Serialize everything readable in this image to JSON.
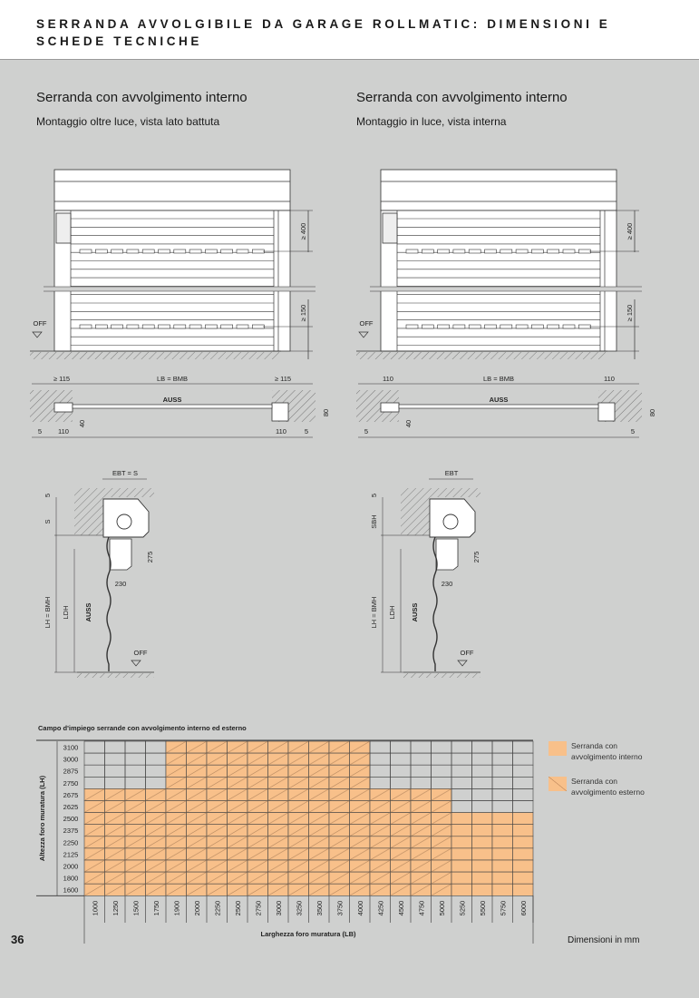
{
  "header": {
    "title": "SERRANDA AVVOLGIBILE DA GARAGE ROLLMATIC: DIMENSIONI E SCHEDE TECNICHE"
  },
  "left": {
    "title": "Serranda con avvolgimento interno",
    "subtitle": "Montaggio oltre luce, vista lato battuta",
    "front": {
      "dim_top": "≥ 400",
      "dim_bottom": "≥ 150",
      "off": "OFF"
    },
    "plan": {
      "side_l": "≥ 115",
      "width": "LB = BMB",
      "side_r": "≥ 115",
      "auss": "AUSS",
      "d40": "40",
      "d5l": "5",
      "d110l": "110",
      "d110r": "110",
      "d5r": "5",
      "d80": "80"
    },
    "side": {
      "ebt": "EBT = S",
      "d5": "5",
      "s": "S",
      "lh": "LH = BMH",
      "ldh": "LDH",
      "auss": "AUSS",
      "d275": "275",
      "d230": "230",
      "off": "OFF"
    }
  },
  "right": {
    "title": "Serranda con avvolgimento interno",
    "subtitle": "Montaggio in luce, vista interna",
    "front": {
      "dim_top": "≥ 400",
      "dim_bottom": "≥ 150",
      "off": "OFF"
    },
    "plan": {
      "side_l": "110",
      "width": "LB = BMB",
      "side_r": "110",
      "auss": "AUSS",
      "d40": "40",
      "d5l": "5",
      "d110l": "",
      "d110r": "",
      "d5r": "5",
      "d80": "80"
    },
    "side": {
      "ebt": "EBT",
      "d5": "5",
      "s": "SBH",
      "lh": "LH = BMH",
      "ldh": "LDH",
      "auss": "AUSS",
      "d275": "275",
      "d230": "230",
      "off": "OFF"
    }
  },
  "chart_data": {
    "type": "table",
    "title": "Campo d'impiego serrande con avvolgimento interno ed esterno",
    "ylabel": "Altezza foro muratura (LH)",
    "xlabel": "Larghezza foro muratura (LB)",
    "rows": [
      "3100",
      "3000",
      "2875",
      "2750",
      "2675",
      "2625",
      "2500",
      "2375",
      "2250",
      "2125",
      "2000",
      "1800",
      "1600"
    ],
    "columns": [
      "1000",
      "1250",
      "1500",
      "1750",
      "1900",
      "2000",
      "2250",
      "2500",
      "2750",
      "3000",
      "3250",
      "3500",
      "3750",
      "4000",
      "4250",
      "4500",
      "4750",
      "5000",
      "5250",
      "5500",
      "5750",
      "6000"
    ],
    "column_max_height": [
      2675,
      2675,
      2675,
      2675,
      3100,
      3100,
      3100,
      3100,
      3100,
      3100,
      3100,
      3100,
      3100,
      3100,
      2675,
      2675,
      2675,
      2675,
      2500,
      2500,
      2500,
      2500
    ],
    "column_type": [
      "esterno",
      "esterno",
      "esterno",
      "esterno",
      "esterno",
      "esterno",
      "esterno",
      "esterno",
      "esterno",
      "esterno",
      "esterno",
      "esterno",
      "esterno",
      "esterno",
      "esterno",
      "esterno",
      "esterno",
      "esterno",
      "interno",
      "interno",
      "interno",
      "interno"
    ],
    "legend": [
      {
        "label": "Serranda con avvolgimento interno",
        "style": "solid"
      },
      {
        "label": "Serranda con avvolgimento esterno",
        "style": "hatched"
      }
    ],
    "fill_color": "#f8c08a"
  },
  "footer": {
    "page": "36",
    "units": "Dimensioni in mm"
  }
}
